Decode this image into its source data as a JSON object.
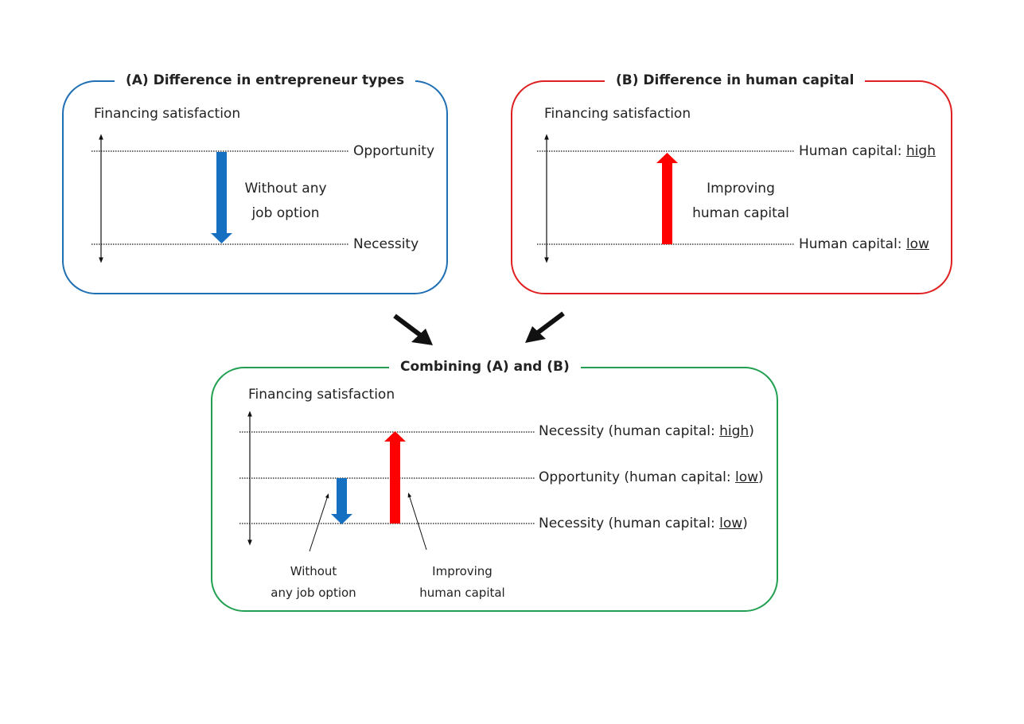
{
  "colors": {
    "panel_a": "#1f6fb5",
    "panel_b": "#e02020",
    "panel_c": "#20a050",
    "blue_arrow": "#1670c2",
    "red_arrow": "#ff0000",
    "connector": "#111111"
  },
  "panel_a": {
    "title": "(A) Difference in entrepreneur types",
    "axis_label": "Financing satisfaction",
    "level_top": "Opportunity",
    "level_bottom": "Necessity",
    "arrow_label_1": "Without any",
    "arrow_label_2": "job option"
  },
  "panel_b": {
    "title": "(B) Difference in human capital",
    "axis_label": "Financing satisfaction",
    "level_top_prefix": "Human capital: ",
    "level_top_value": "high",
    "level_bottom_prefix": "Human capital: ",
    "level_bottom_value": "low",
    "arrow_label_1": "Improving",
    "arrow_label_2": "human capital"
  },
  "panel_c": {
    "title": "Combining (A) and (B)",
    "axis_label": "Financing satisfaction",
    "level_top_prefix": "Necessity (human capital: ",
    "level_top_value": "high",
    "level_top_suffix": ")",
    "level_mid_prefix": "Opportunity (human capital: ",
    "level_mid_value": "low",
    "level_mid_suffix": ")",
    "level_bottom_prefix": "Necessity (human capital: ",
    "level_bottom_value": "low",
    "level_bottom_suffix": ")",
    "note_left_1": "Without",
    "note_left_2": "any job option",
    "note_right_1": "Improving",
    "note_right_2": "human capital"
  }
}
